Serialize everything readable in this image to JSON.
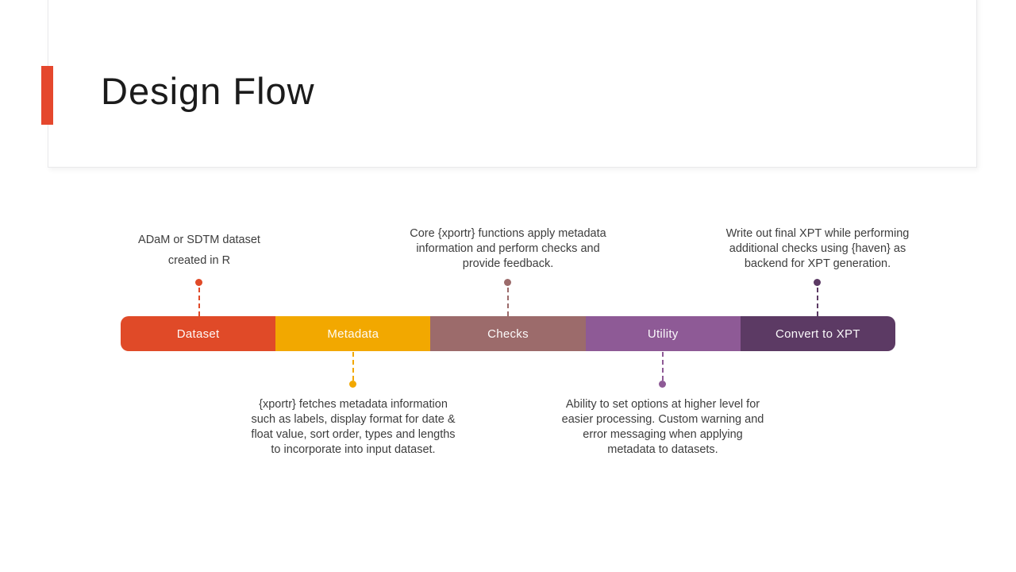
{
  "slide": {
    "title": "Design Flow"
  },
  "theme": {
    "accent_color": "#E5472D",
    "title_color": "#1B1B1B",
    "annotation_text_color": "#3D3D3D",
    "background_color": "#FFFFFF"
  },
  "flow": {
    "segments": [
      {
        "label": "Dataset",
        "color": "#E04A28",
        "annotation_position": "above",
        "annotation": "ADaM or SDTM dataset\ncreated in R"
      },
      {
        "label": "Metadata",
        "color": "#F2A800",
        "annotation_position": "below",
        "annotation": "{xportr} fetches metadata information\nsuch as labels, display format for date &\nfloat value, sort order, types and lengths\nto incorporate into input dataset."
      },
      {
        "label": "Checks",
        "color": "#9C6B6B",
        "annotation_position": "above",
        "annotation": "Core {xportr} functions apply metadata\ninformation and perform checks and\nprovide feedback."
      },
      {
        "label": "Utility",
        "color": "#8E5A96",
        "annotation_position": "below",
        "annotation": "Ability to set options at higher level for\neasier processing. Custom warning and\nerror messaging when applying\nmetadata to datasets."
      },
      {
        "label": "Convert to XPT",
        "color": "#5C3A64",
        "annotation_position": "above",
        "annotation": "Write out final XPT while performing\nadditional checks using {haven} as\nbackend for XPT generation."
      }
    ]
  }
}
